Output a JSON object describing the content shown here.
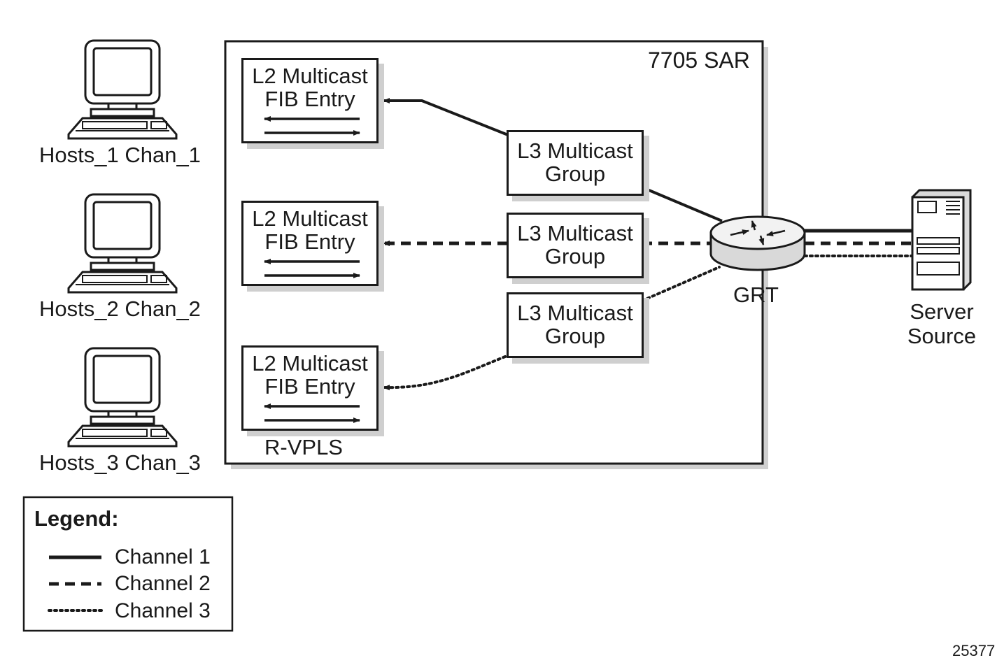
{
  "sar": {
    "title": "7705 SAR",
    "r_vpls_label": "R-VPLS"
  },
  "hosts": [
    {
      "label": "Hosts_1 Chan_1"
    },
    {
      "label": "Hosts_2 Chan_2"
    },
    {
      "label": "Hosts_3 Chan_3"
    }
  ],
  "l2_entries": [
    {
      "line1": "L2 Multicast",
      "line2": "FIB Entry"
    },
    {
      "line1": "L2 Multicast",
      "line2": "FIB Entry"
    },
    {
      "line1": "L2 Multicast",
      "line2": "FIB Entry"
    }
  ],
  "l3_groups": [
    {
      "line1": "L3 Multicast",
      "line2": "Group"
    },
    {
      "line1": "L3 Multicast",
      "line2": "Group"
    },
    {
      "line1": "L3 Multicast",
      "line2": "Group"
    }
  ],
  "router": {
    "label": "GRT",
    "icon": "router-icon"
  },
  "server": {
    "line1": "Server",
    "line2": "Source",
    "icon": "server-icon"
  },
  "legend": {
    "title": "Legend:",
    "items": [
      {
        "label": "Channel 1",
        "style": "solid"
      },
      {
        "label": "Channel 2",
        "style": "dashed"
      },
      {
        "label": "Channel 3",
        "style": "dotted"
      }
    ]
  },
  "figure_id": "25377",
  "colors": {
    "line": "#1a1a1a",
    "shadow": "#cfcfcf",
    "router_fill": "#e6e6e6"
  }
}
